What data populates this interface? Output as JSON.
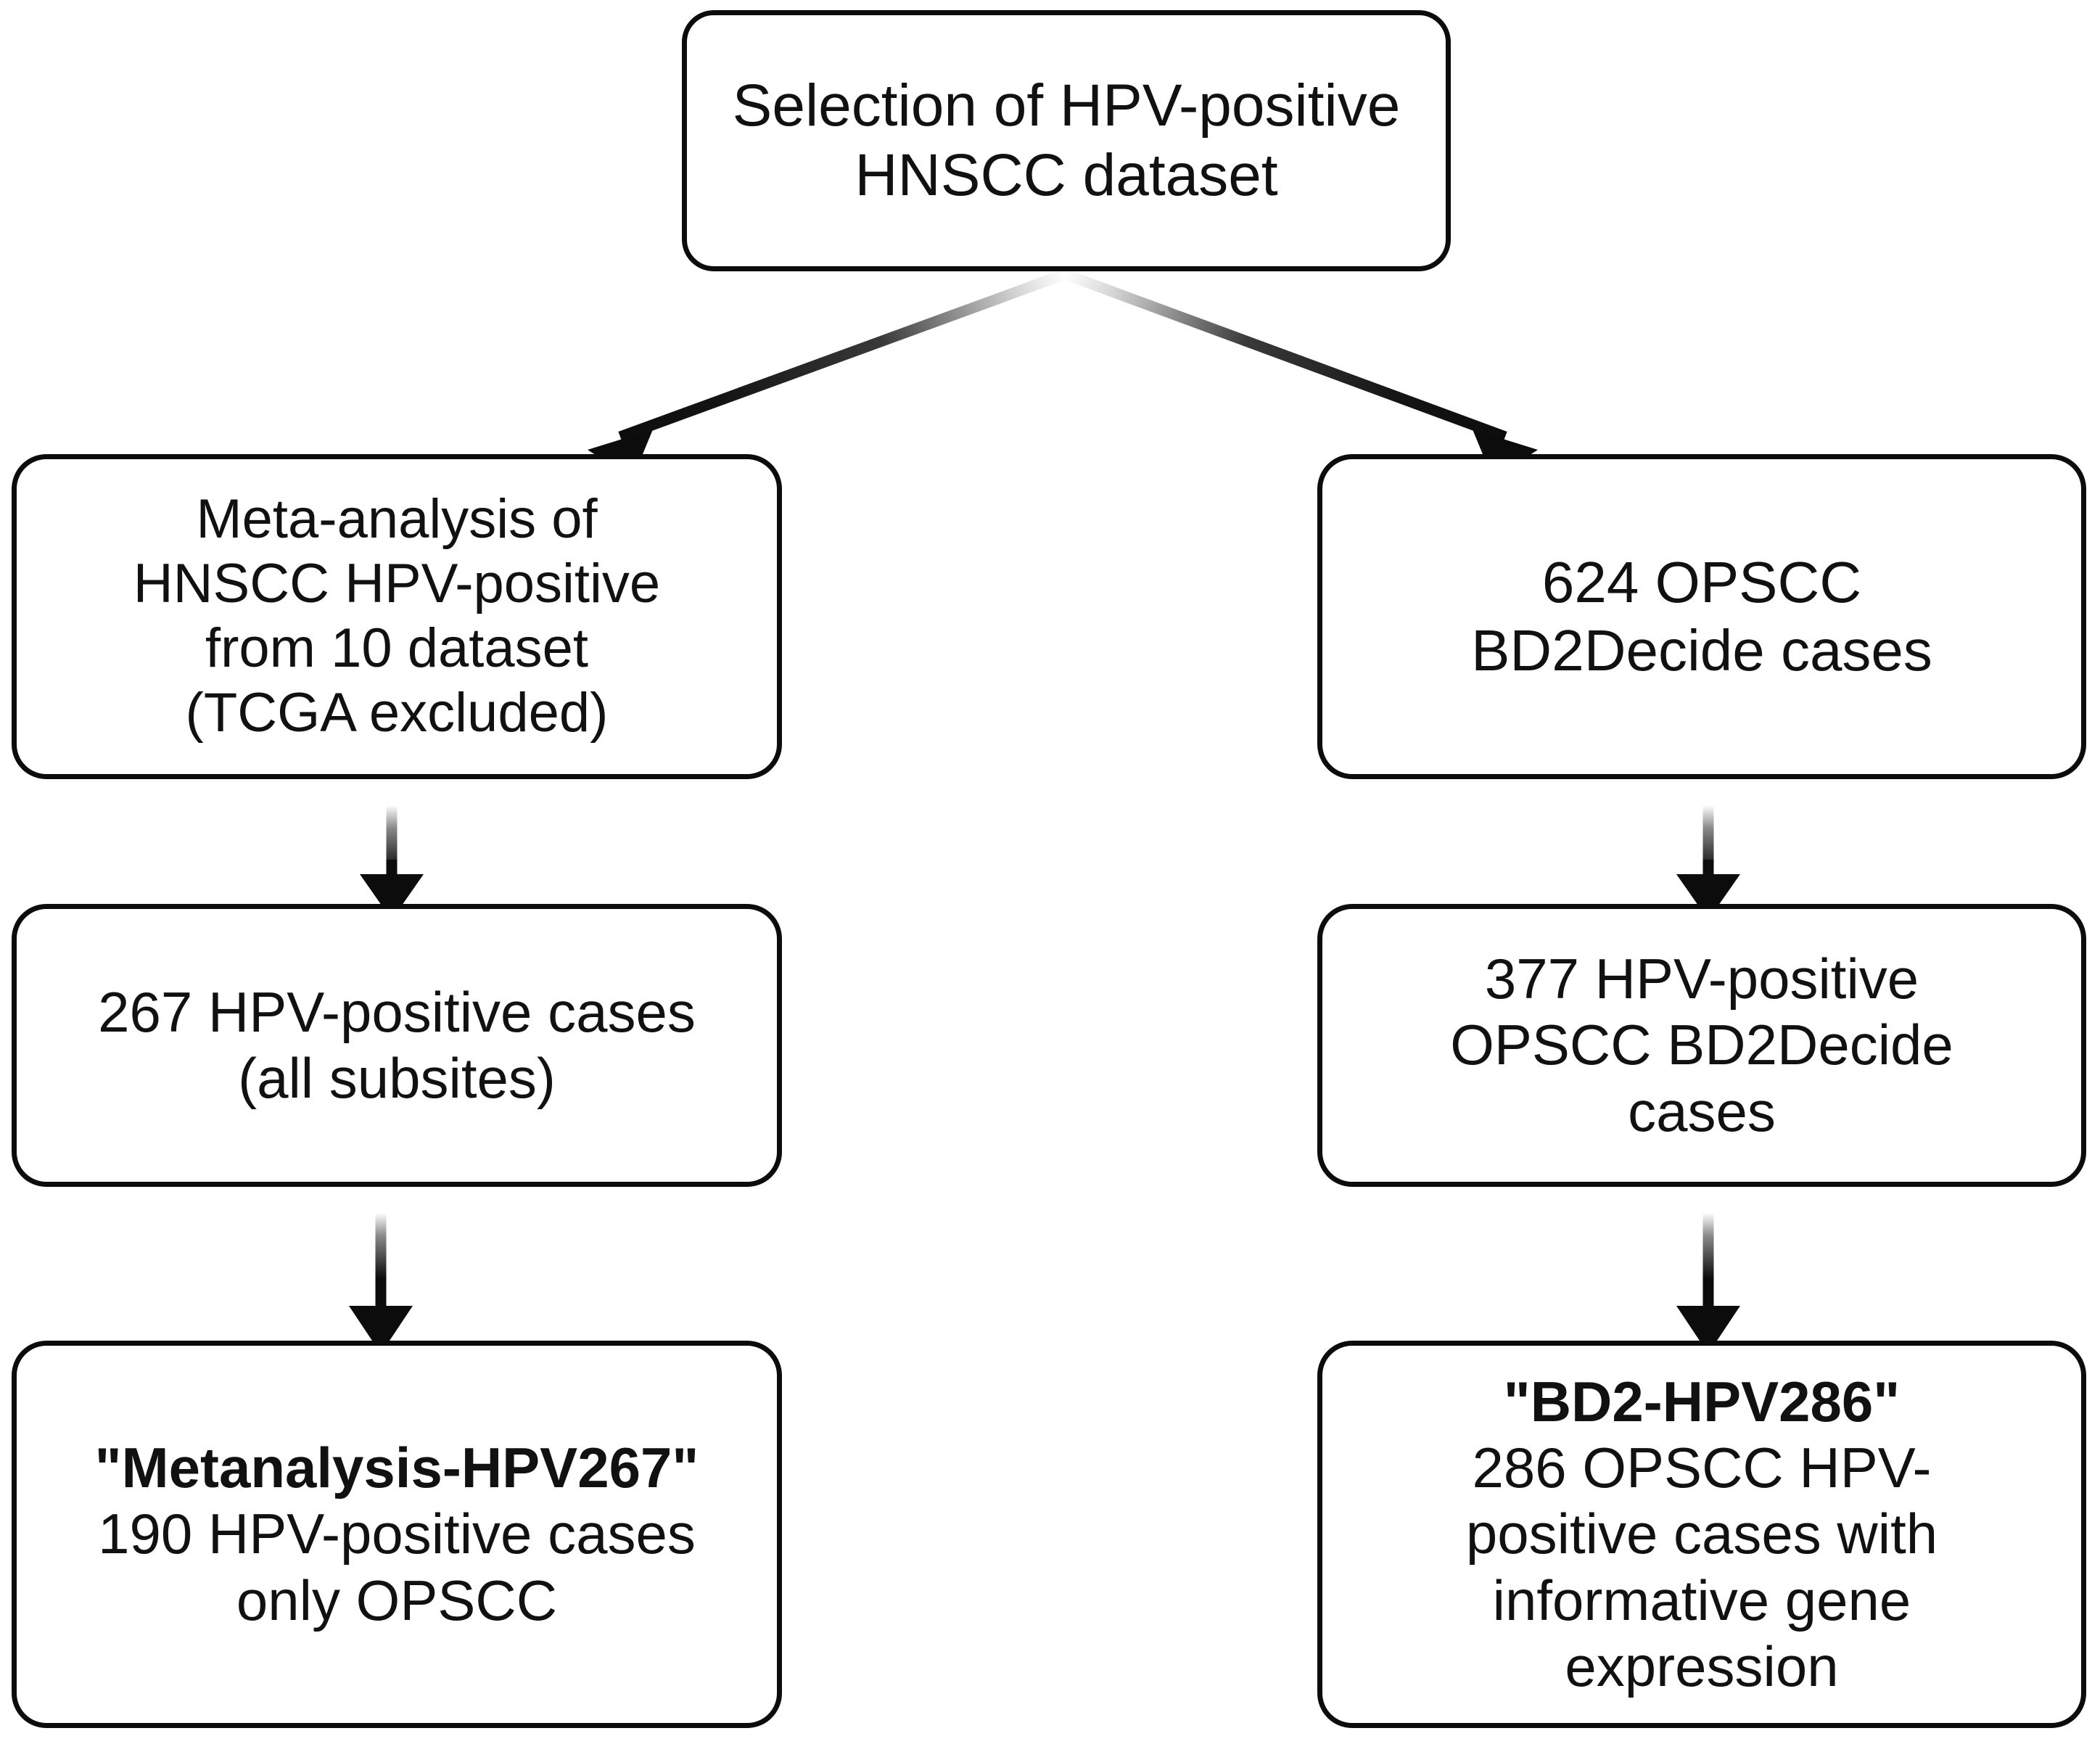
{
  "diagram": {
    "title": "Selection of HPV-positive HNSCC dataset flowchart",
    "line_color": "#0c0c0c",
    "background": "#ffffff",
    "text_color": "#111111"
  },
  "nodes": {
    "root": {
      "name": "Selection of HPV-positive HNSCC dataset",
      "lines": [
        "Selection of HPV-positive",
        "HNSCC dataset"
      ]
    },
    "meta_analysis": {
      "name": "Meta-analysis of HNSCC HPV-positive from 10 dataset (TCGA excluded)",
      "lines": [
        "Meta-analysis of",
        "HNSCC HPV-positive",
        "from 10 dataset",
        "(TCGA excluded)"
      ]
    },
    "bd2_cases": {
      "name": "624 OPSCC BD2Decide cases",
      "lines": [
        "624 OPSCC",
        "BD2Decide cases"
      ]
    },
    "cases_267": {
      "name": "267 HPV-positive cases (all subsites)",
      "lines": [
        "267 HPV-positive cases",
        "(all subsites)"
      ]
    },
    "cases_377": {
      "name": "377 HPV-positive OPSCC BD2Decide cases",
      "lines": [
        "377 HPV-positive",
        "OPSCC BD2Decide",
        "cases"
      ]
    },
    "metanalysis_hpv267": {
      "name": "Metanalysis-HPV267 cohort",
      "title": "\"Metanalysis-HPV267\"",
      "lines": [
        "190 HPV-positive cases",
        "only OPSCC"
      ]
    },
    "bd2_hpv286": {
      "name": "BD2-HPV286 cohort",
      "title": "\"BD2-HPV286\"",
      "lines": [
        "286 OPSCC HPV-",
        "positive cases with",
        "informative gene",
        "expression"
      ]
    }
  },
  "edges": [
    {
      "id": "root-to-meta",
      "from": "root",
      "to": "meta_analysis",
      "style": "diagonal-arrow"
    },
    {
      "id": "root-to-bd2",
      "from": "root",
      "to": "bd2_cases",
      "style": "diagonal-arrow"
    },
    {
      "id": "meta-to-267",
      "from": "meta_analysis",
      "to": "cases_267",
      "style": "vertical-arrow"
    },
    {
      "id": "bd2-to-377",
      "from": "bd2_cases",
      "to": "cases_377",
      "style": "vertical-arrow"
    },
    {
      "id": "c267-to-metanalysis",
      "from": "cases_267",
      "to": "metanalysis_hpv267",
      "style": "vertical-arrow"
    },
    {
      "id": "c377-to-bd2hpv286",
      "from": "cases_377",
      "to": "bd2_hpv286",
      "style": "vertical-arrow"
    }
  ]
}
